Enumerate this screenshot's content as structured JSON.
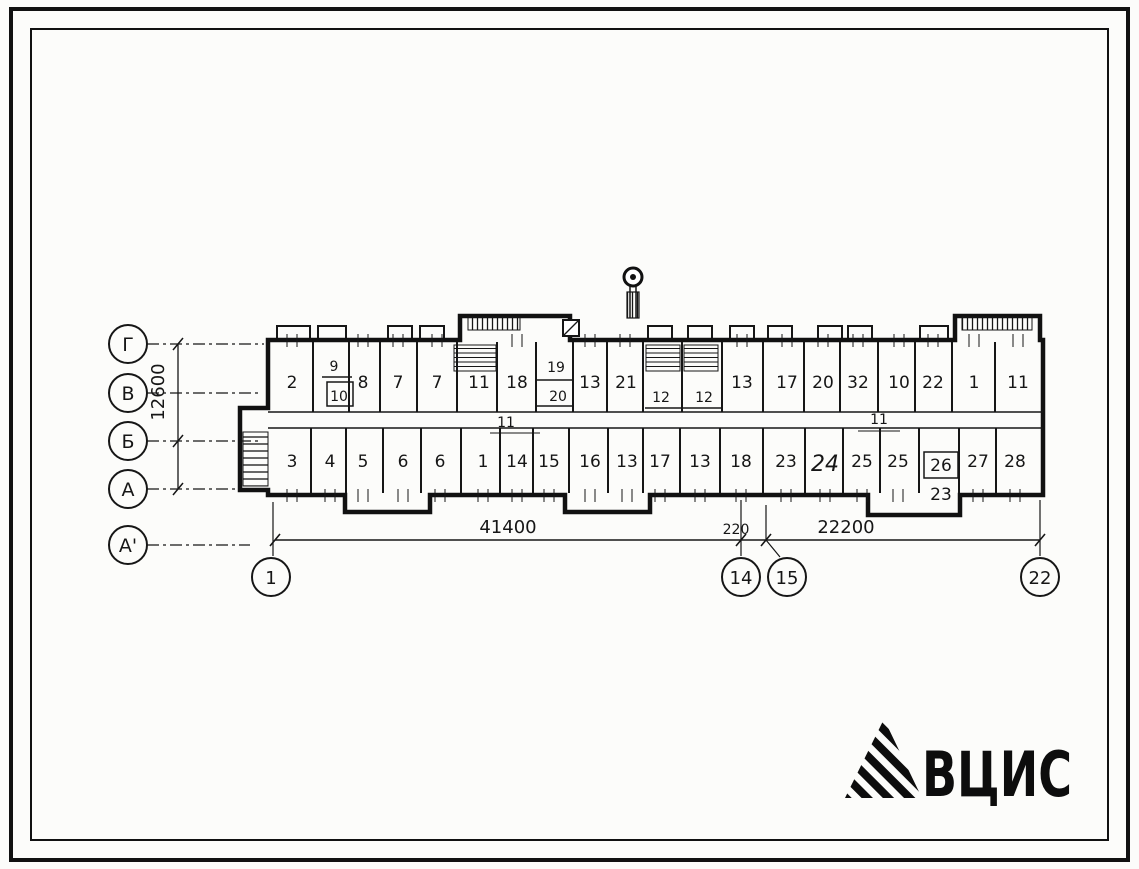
{
  "axes": {
    "labels": [
      "Г",
      "В",
      "Б",
      "А",
      "А'"
    ],
    "vertical_dim": "12600"
  },
  "plan": {
    "top_rooms": [
      "2",
      "9",
      "10",
      "8",
      "7",
      "7",
      "11",
      "18",
      "19",
      "20",
      "13",
      "21",
      "12",
      "12",
      "13",
      "17",
      "20",
      "32",
      "10",
      "22",
      "1",
      "11"
    ],
    "bottom_rooms": [
      "3",
      "4",
      "5",
      "6",
      "6",
      "1",
      "14",
      "15",
      "16",
      "13",
      "17",
      "13",
      "18",
      "23",
      "24",
      "25",
      "25",
      "26",
      "23",
      "27",
      "28"
    ],
    "corridor_dims": [
      "11",
      "11"
    ]
  },
  "dims": {
    "bottom": [
      "41400",
      "220",
      "22200"
    ]
  },
  "grid": {
    "bubbles": [
      "1",
      "14",
      "15",
      "22"
    ]
  },
  "logo": {
    "text": "ВЦИС"
  }
}
